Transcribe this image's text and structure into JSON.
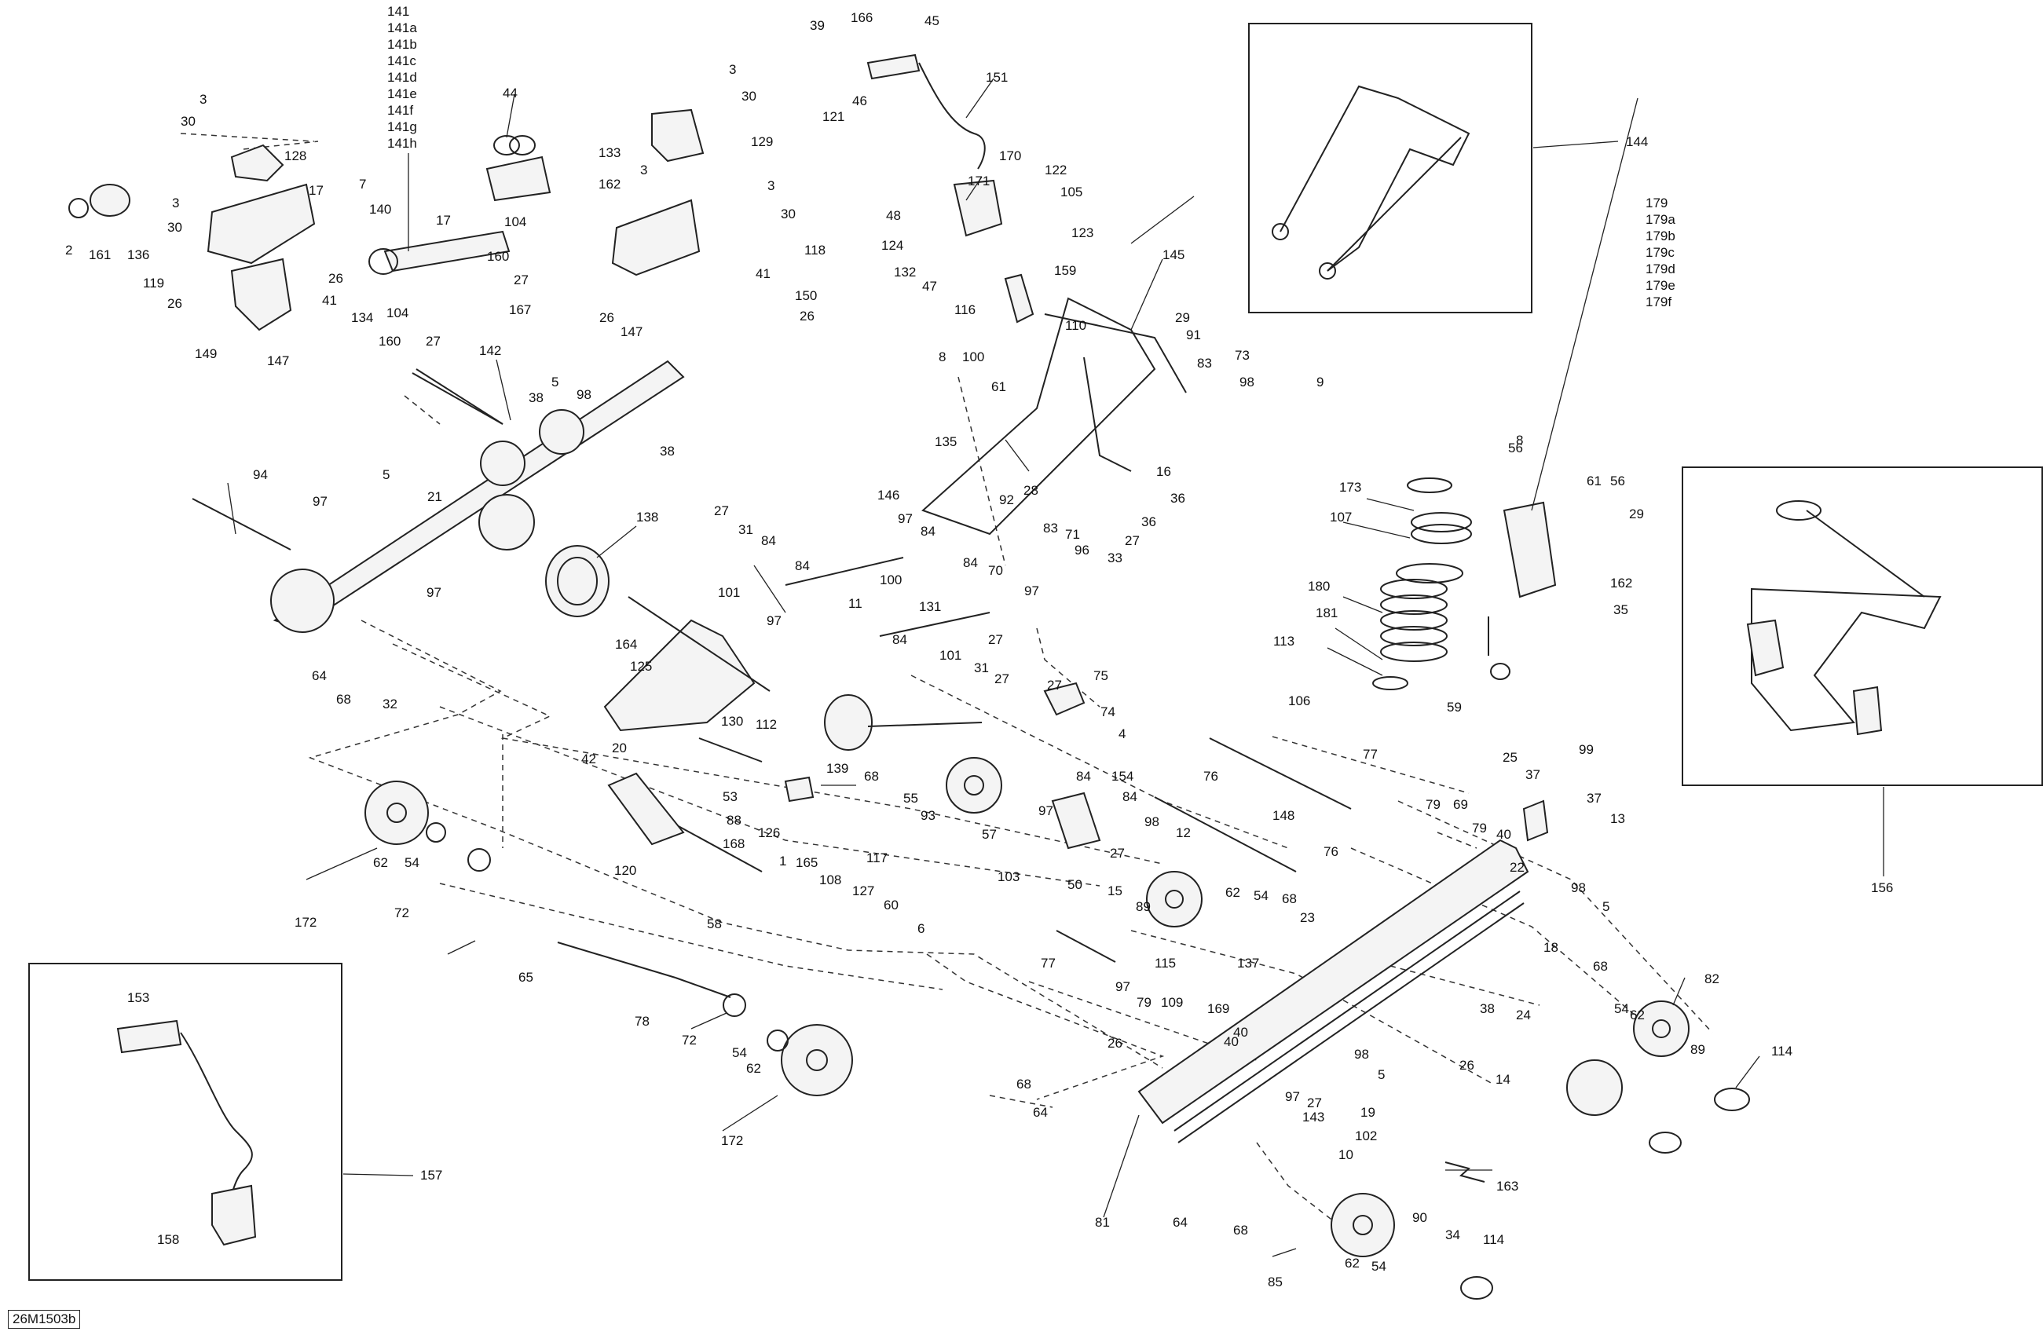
{
  "drawing_code": "26M1503b",
  "callouts": [
    {
      "text": "141"
    },
    {
      "text": "141a"
    },
    {
      "text": "141b"
    },
    {
      "text": "141c"
    },
    {
      "text": "141d"
    },
    {
      "text": "141e"
    },
    {
      "text": "141f"
    },
    {
      "text": "141g"
    },
    {
      "text": "141h"
    },
    {
      "text": "3"
    },
    {
      "text": "30"
    },
    {
      "text": "128"
    },
    {
      "text": "3"
    },
    {
      "text": "30"
    },
    {
      "text": "2"
    },
    {
      "text": "161"
    },
    {
      "text": "136"
    },
    {
      "text": "119"
    },
    {
      "text": "26"
    },
    {
      "text": "149"
    },
    {
      "text": "147"
    },
    {
      "text": "41"
    },
    {
      "text": "26"
    },
    {
      "text": "17"
    },
    {
      "text": "7"
    },
    {
      "text": "140"
    },
    {
      "text": "17"
    },
    {
      "text": "104"
    },
    {
      "text": "160"
    },
    {
      "text": "27"
    },
    {
      "text": "134"
    },
    {
      "text": "104"
    },
    {
      "text": "160"
    },
    {
      "text": "27"
    },
    {
      "text": "167"
    },
    {
      "text": "44"
    },
    {
      "text": "133"
    },
    {
      "text": "162"
    },
    {
      "text": "3"
    },
    {
      "text": "30"
    },
    {
      "text": "129"
    },
    {
      "text": "3"
    },
    {
      "text": "3"
    },
    {
      "text": "30"
    },
    {
      "text": "118"
    },
    {
      "text": "41"
    },
    {
      "text": "150"
    },
    {
      "text": "26"
    },
    {
      "text": "26"
    },
    {
      "text": "147"
    },
    {
      "text": "39"
    },
    {
      "text": "166"
    },
    {
      "text": "45"
    },
    {
      "text": "46"
    },
    {
      "text": "121"
    },
    {
      "text": "151"
    },
    {
      "text": "170"
    },
    {
      "text": "171"
    },
    {
      "text": "122"
    },
    {
      "text": "105"
    },
    {
      "text": "48"
    },
    {
      "text": "124"
    },
    {
      "text": "123"
    },
    {
      "text": "132"
    },
    {
      "text": "47"
    },
    {
      "text": "116"
    },
    {
      "text": "159"
    },
    {
      "text": "144"
    },
    {
      "text": "142"
    },
    {
      "text": "5"
    },
    {
      "text": "98"
    },
    {
      "text": "38"
    },
    {
      "text": "38"
    },
    {
      "text": "94"
    },
    {
      "text": "97"
    },
    {
      "text": "5"
    },
    {
      "text": "21"
    },
    {
      "text": "97"
    },
    {
      "text": "64"
    },
    {
      "text": "68"
    },
    {
      "text": "32"
    },
    {
      "text": "138"
    },
    {
      "text": "27"
    },
    {
      "text": "31"
    },
    {
      "text": "84"
    },
    {
      "text": "101"
    },
    {
      "text": "84"
    },
    {
      "text": "97"
    },
    {
      "text": "146"
    },
    {
      "text": "97"
    },
    {
      "text": "84"
    },
    {
      "text": "100"
    },
    {
      "text": "84"
    },
    {
      "text": "70"
    },
    {
      "text": "131"
    },
    {
      "text": "11"
    },
    {
      "text": "97"
    },
    {
      "text": "27"
    },
    {
      "text": "84"
    },
    {
      "text": "101"
    },
    {
      "text": "31"
    },
    {
      "text": "27"
    },
    {
      "text": "145"
    },
    {
      "text": "8"
    },
    {
      "text": "100"
    },
    {
      "text": "61"
    },
    {
      "text": "135"
    },
    {
      "text": "110"
    },
    {
      "text": "29"
    },
    {
      "text": "91"
    },
    {
      "text": "83"
    },
    {
      "text": "73"
    },
    {
      "text": "98"
    },
    {
      "text": "9"
    },
    {
      "text": "16"
    },
    {
      "text": "92"
    },
    {
      "text": "28"
    },
    {
      "text": "36"
    },
    {
      "text": "36"
    },
    {
      "text": "27"
    },
    {
      "text": "83"
    },
    {
      "text": "71"
    },
    {
      "text": "96"
    },
    {
      "text": "33"
    },
    {
      "text": "179"
    },
    {
      "text": "179a"
    },
    {
      "text": "179b"
    },
    {
      "text": "179c"
    },
    {
      "text": "179d"
    },
    {
      "text": "179e"
    },
    {
      "text": "179f"
    },
    {
      "text": "8"
    },
    {
      "text": "56"
    },
    {
      "text": "61"
    },
    {
      "text": "56"
    },
    {
      "text": "29"
    },
    {
      "text": "173"
    },
    {
      "text": "107"
    },
    {
      "text": "162"
    },
    {
      "text": "35"
    },
    {
      "text": "180"
    },
    {
      "text": "181"
    },
    {
      "text": "113"
    },
    {
      "text": "59"
    },
    {
      "text": "164"
    },
    {
      "text": "125"
    },
    {
      "text": "130"
    },
    {
      "text": "112"
    },
    {
      "text": "20"
    },
    {
      "text": "139"
    },
    {
      "text": "42"
    },
    {
      "text": "53"
    },
    {
      "text": "88"
    },
    {
      "text": "126"
    },
    {
      "text": "168"
    },
    {
      "text": "1"
    },
    {
      "text": "165"
    },
    {
      "text": "120"
    },
    {
      "text": "108"
    },
    {
      "text": "127"
    },
    {
      "text": "117"
    },
    {
      "text": "60"
    },
    {
      "text": "6"
    },
    {
      "text": "58"
    },
    {
      "text": "68"
    },
    {
      "text": "55"
    },
    {
      "text": "93"
    },
    {
      "text": "57"
    },
    {
      "text": "103"
    },
    {
      "text": "97"
    },
    {
      "text": "84"
    },
    {
      "text": "27"
    },
    {
      "text": "75"
    },
    {
      "text": "74"
    },
    {
      "text": "4"
    },
    {
      "text": "154"
    },
    {
      "text": "84"
    },
    {
      "text": "98"
    },
    {
      "text": "12"
    },
    {
      "text": "27"
    },
    {
      "text": "50"
    },
    {
      "text": "76"
    },
    {
      "text": "106"
    },
    {
      "text": "77"
    },
    {
      "text": "148"
    },
    {
      "text": "76"
    },
    {
      "text": "15"
    },
    {
      "text": "89"
    },
    {
      "text": "62"
    },
    {
      "text": "54"
    },
    {
      "text": "68"
    },
    {
      "text": "23"
    },
    {
      "text": "115"
    },
    {
      "text": "137"
    },
    {
      "text": "79"
    },
    {
      "text": "69"
    },
    {
      "text": "79"
    },
    {
      "text": "40"
    },
    {
      "text": "25"
    },
    {
      "text": "37"
    },
    {
      "text": "99"
    },
    {
      "text": "37"
    },
    {
      "text": "13"
    },
    {
      "text": "22"
    },
    {
      "text": "98"
    },
    {
      "text": "5"
    },
    {
      "text": "18"
    },
    {
      "text": "62"
    },
    {
      "text": "54"
    },
    {
      "text": "172"
    },
    {
      "text": "72"
    },
    {
      "text": "65"
    },
    {
      "text": "78"
    },
    {
      "text": "72"
    },
    {
      "text": "54"
    },
    {
      "text": "62"
    },
    {
      "text": "172"
    },
    {
      "text": "77"
    },
    {
      "text": "97"
    },
    {
      "text": "79"
    },
    {
      "text": "109"
    },
    {
      "text": "169"
    },
    {
      "text": "40"
    },
    {
      "text": "40"
    },
    {
      "text": "68"
    },
    {
      "text": "26"
    },
    {
      "text": "64"
    },
    {
      "text": "38"
    },
    {
      "text": "24"
    },
    {
      "text": "68"
    },
    {
      "text": "82"
    },
    {
      "text": "54"
    },
    {
      "text": "62"
    },
    {
      "text": "89"
    },
    {
      "text": "114"
    },
    {
      "text": "26"
    },
    {
      "text": "14"
    },
    {
      "text": "98"
    },
    {
      "text": "5"
    },
    {
      "text": "97"
    },
    {
      "text": "27"
    },
    {
      "text": "143"
    },
    {
      "text": "19"
    },
    {
      "text": "102"
    },
    {
      "text": "10"
    },
    {
      "text": "163"
    },
    {
      "text": "81"
    },
    {
      "text": "64"
    },
    {
      "text": "68"
    },
    {
      "text": "90"
    },
    {
      "text": "34"
    },
    {
      "text": "114"
    },
    {
      "text": "85"
    },
    {
      "text": "62"
    },
    {
      "text": "54"
    },
    {
      "text": "153"
    },
    {
      "text": "158"
    },
    {
      "text": "157"
    },
    {
      "text": "156"
    }
  ]
}
